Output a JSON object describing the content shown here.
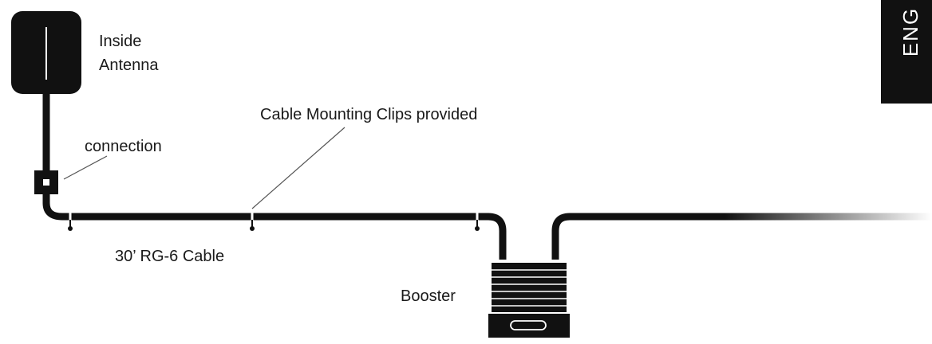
{
  "labels": {
    "antenna_line1": "Inside",
    "antenna_line2": "Antenna",
    "connection": "connection",
    "clips": "Cable Mounting Clips provided",
    "cable": "30’ RG-6 Cable",
    "booster": "Booster"
  },
  "side_tab": {
    "text": "ENG"
  },
  "colors": {
    "ink": "#111111",
    "background": "#ffffff"
  }
}
